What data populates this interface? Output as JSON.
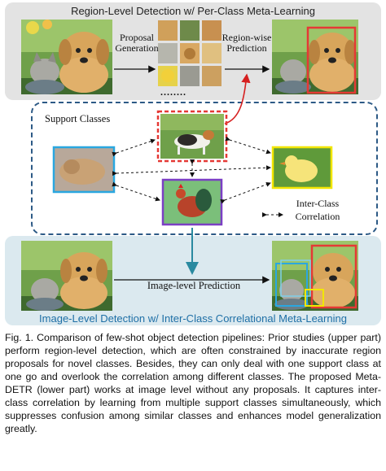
{
  "top_panel": {
    "title": "Region-Level Detection w/ Per-Class Meta-Learning",
    "proposal_label_line1": "Proposal",
    "proposal_label_line2": "Generation",
    "regionwise_label_line1": "Region-wise",
    "regionwise_label_line2": "Prediction",
    "ellipsis": "........"
  },
  "middle": {
    "support_classes_label": "Support Classes",
    "legend_label_line1": "Inter-Class",
    "legend_label_line2": "Correlation"
  },
  "bottom_panel": {
    "title": "Image-Level Detection w/ Inter-Class Correlational Meta-Learning",
    "image_level_label": "Image-level Prediction"
  },
  "caption": {
    "text": "Fig. 1.  Comparison of few-shot object detection pipelines: Prior studies (upper part) perform region-level detection, which are often constrained by inaccurate region proposals for novel classes. Besides, they can only deal with one support class at one go and overlook the correlation among different classes. The proposed Meta-DETR (lower part) works at image level without any proposals. It captures inter-class correlation by learning from multiple support classes simultaneously, which suppresses confusion among similar classes and enhances model generalization greatly."
  },
  "colors": {
    "dog_box": "#e53935",
    "cat_box": "#2aa7e0",
    "duck_box": "#f2e600",
    "rooster_box": "#7b3fc4",
    "dashed_border": "#2d5a86",
    "down_arrow": "#2a8aa0",
    "bottom_title": "#1e6fa6"
  }
}
